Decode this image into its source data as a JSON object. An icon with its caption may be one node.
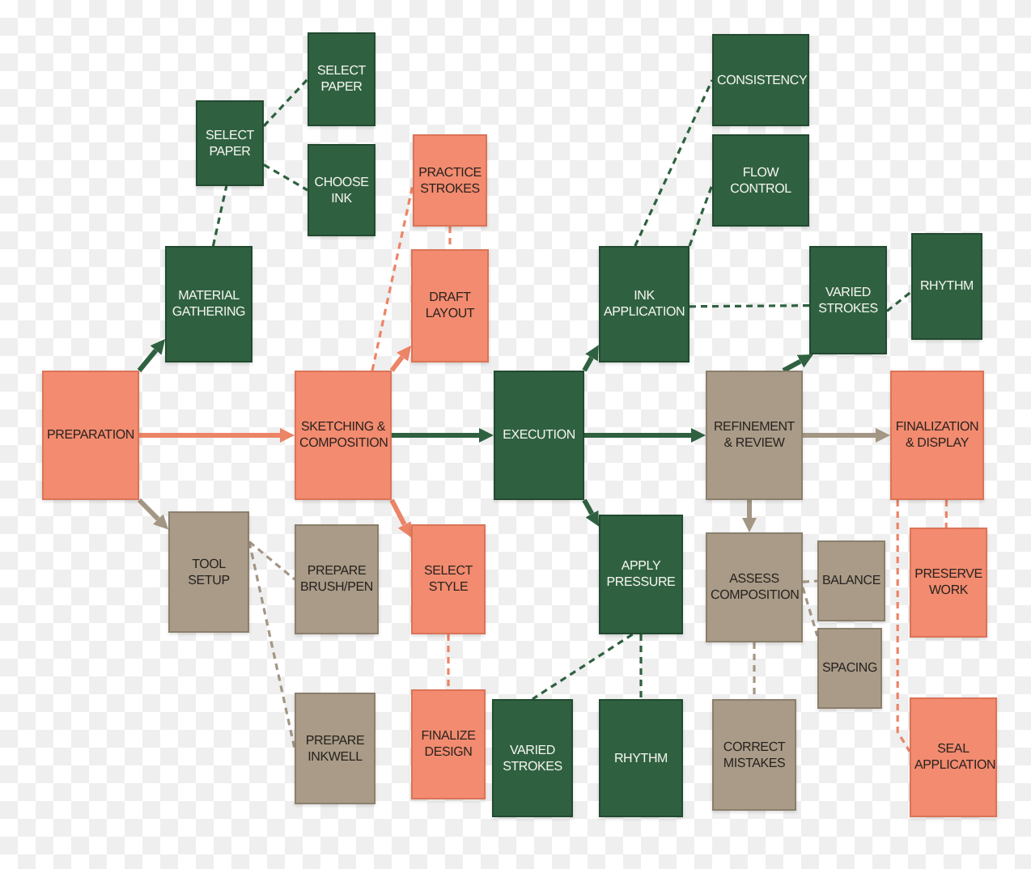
{
  "diagram": {
    "nodes": [
      {
        "text": [
          "PREPARATION"
        ]
      },
      {
        "text": [
          "MATERIAL GATHERING"
        ]
      },
      {
        "text": [
          "SELECT PAPER"
        ]
      },
      {
        "text": [
          "SELECT PAPER"
        ]
      },
      {
        "text": [
          "CHOOSE INK"
        ]
      },
      {
        "text": [
          "TOOL SETUP"
        ]
      },
      {
        "text": [
          "PREPARE BRUSH/PEN"
        ]
      },
      {
        "text": [
          "PREPARE INKWELL"
        ]
      },
      {
        "text": [
          "SKETCHING & COMPOSITION"
        ]
      },
      {
        "text": [
          "PRACTICE STROKES"
        ]
      },
      {
        "text": [
          "DRAFT LAYOUT"
        ]
      },
      {
        "text": [
          "SELECT STYLE"
        ]
      },
      {
        "text": [
          "FINALIZE DESIGN"
        ]
      },
      {
        "text": [
          "EXECUTION"
        ]
      },
      {
        "text": [
          "INK APPLICATION"
        ]
      },
      {
        "text": [
          "CONSISTENCY"
        ]
      },
      {
        "text": [
          "FLOW CONTROL"
        ]
      },
      {
        "text": [
          "APPLY PRESSURE"
        ]
      },
      {
        "text": [
          "VARIED STROKES"
        ]
      },
      {
        "text": [
          "RHYTHM"
        ]
      },
      {
        "text": [
          "REFINEMENT & REVIEW"
        ]
      },
      {
        "text": [
          "VARIED STROKES"
        ]
      },
      {
        "text": [
          "RHYTHM"
        ]
      },
      {
        "text": [
          "ASSESS COMPOSITION"
        ]
      },
      {
        "text": [
          "BALANCE"
        ]
      },
      {
        "text": [
          "SPACING"
        ]
      },
      {
        "text": [
          "CORRECT MISTAKES"
        ]
      },
      {
        "text": [
          "FINALIZATION & DISPLAY"
        ]
      },
      {
        "text": [
          "PRESERVE WORK"
        ]
      },
      {
        "text": [
          "SEAL APPLICATION"
        ]
      }
    ],
    "edges": [
      {
        "from": 0,
        "to": 1,
        "arrow": "to"
      },
      {
        "from": 0,
        "to": 8,
        "arrow": "to",
        "color": "#ec8466"
      },
      {
        "from": 0,
        "to": 5,
        "arrow": "to",
        "color": "#a39684"
      },
      {
        "from": 8,
        "to": 13,
        "arrow": "to"
      },
      {
        "from": 8,
        "to": 10,
        "arrow": "to",
        "color": "#ec8466"
      },
      {
        "from": 8,
        "to": 11,
        "arrow": "to",
        "color": "#ec8466"
      },
      {
        "from": 13,
        "to": 20,
        "arrow": "to"
      },
      {
        "from": 13,
        "to": 14,
        "arrow": "to"
      },
      {
        "from": 13,
        "to": 17,
        "arrow": "to"
      },
      {
        "from": 20,
        "to": 27,
        "arrow": "to",
        "color": "#a39684"
      },
      {
        "from": 20,
        "to": 21,
        "arrow": "to"
      },
      {
        "from": 20,
        "to": 23,
        "arrow": "to",
        "color": "#a39684"
      },
      {
        "from": 1,
        "to": 2,
        "arrow": "none",
        "style": "dashed"
      },
      {
        "from": 2,
        "to": 3,
        "arrow": "none",
        "style": "dashed"
      },
      {
        "from": 2,
        "to": 4,
        "arrow": "none",
        "style": "dashed"
      },
      {
        "from": 5,
        "to": 6,
        "arrow": "none",
        "style": "dashed",
        "color": "#a39684"
      },
      {
        "from": 5,
        "to": 7,
        "arrow": "none",
        "style": "dashed",
        "color": "#a39684"
      },
      {
        "from": 8,
        "to": 9,
        "arrow": "none",
        "style": "dashed",
        "color": "#ec8466"
      },
      {
        "from": 9,
        "to": 10,
        "arrow": "none",
        "style": "dashed",
        "color": "#ec8466"
      },
      {
        "from": 11,
        "to": 12,
        "arrow": "none",
        "style": "dashed",
        "color": "#ec8466"
      },
      {
        "from": 14,
        "to": 15,
        "arrow": "none",
        "style": "dashed"
      },
      {
        "from": 14,
        "to": 16,
        "arrow": "none",
        "style": "dashed"
      },
      {
        "from": 14,
        "to": 21,
        "arrow": "none",
        "style": "dashed"
      },
      {
        "from": 21,
        "to": 22,
        "arrow": "none",
        "style": "dashed"
      },
      {
        "from": 17,
        "to": 18,
        "arrow": "none",
        "style": "dashed"
      },
      {
        "from": 17,
        "to": 19,
        "arrow": "none",
        "style": "dashed"
      },
      {
        "from": 23,
        "to": 24,
        "arrow": "none",
        "style": "dashed",
        "color": "#a39684"
      },
      {
        "from": 23,
        "to": 25,
        "arrow": "none",
        "style": "dashed",
        "color": "#a39684"
      },
      {
        "from": 23,
        "to": 26,
        "arrow": "none",
        "style": "dashed",
        "color": "#a39684"
      },
      {
        "from": 27,
        "to": 28,
        "arrow": "none",
        "style": "dashed",
        "color": "#ec8466"
      },
      {
        "from": 27,
        "to": 29,
        "arrow": "none",
        "style": "dashed",
        "color": "#ec8466"
      }
    ]
  }
}
